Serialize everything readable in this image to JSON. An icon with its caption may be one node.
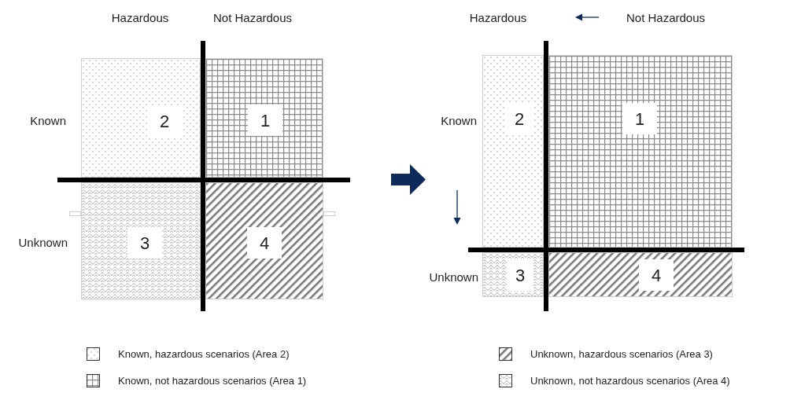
{
  "diagram": {
    "nodes": [
      {
        "text": [
          "2"
        ]
      },
      {
        "text": [
          "1"
        ]
      },
      {
        "text": [
          "3"
        ]
      },
      {
        "text": [
          "4"
        ]
      },
      {
        "text": [
          "2"
        ]
      },
      {
        "text": [
          "1"
        ]
      },
      {
        "text": [
          "3"
        ]
      },
      {
        "text": [
          "4"
        ]
      }
    ],
    "labels": [
      "Hazardous",
      "Not Hazardous",
      "Known",
      "Unknown",
      "Hazardous",
      "Not Hazardous",
      "Known",
      "Unknown"
    ],
    "legend": [
      {
        "text": "Known, hazardous scenarios (Area 2)"
      },
      {
        "text": "Known, not hazardous scenarios (Area 1)"
      },
      {
        "text": "Unknown, hazardous scenarios (Area 3)"
      },
      {
        "text": "Unknown, not hazardous scenarios (Area 4)"
      }
    ]
  }
}
